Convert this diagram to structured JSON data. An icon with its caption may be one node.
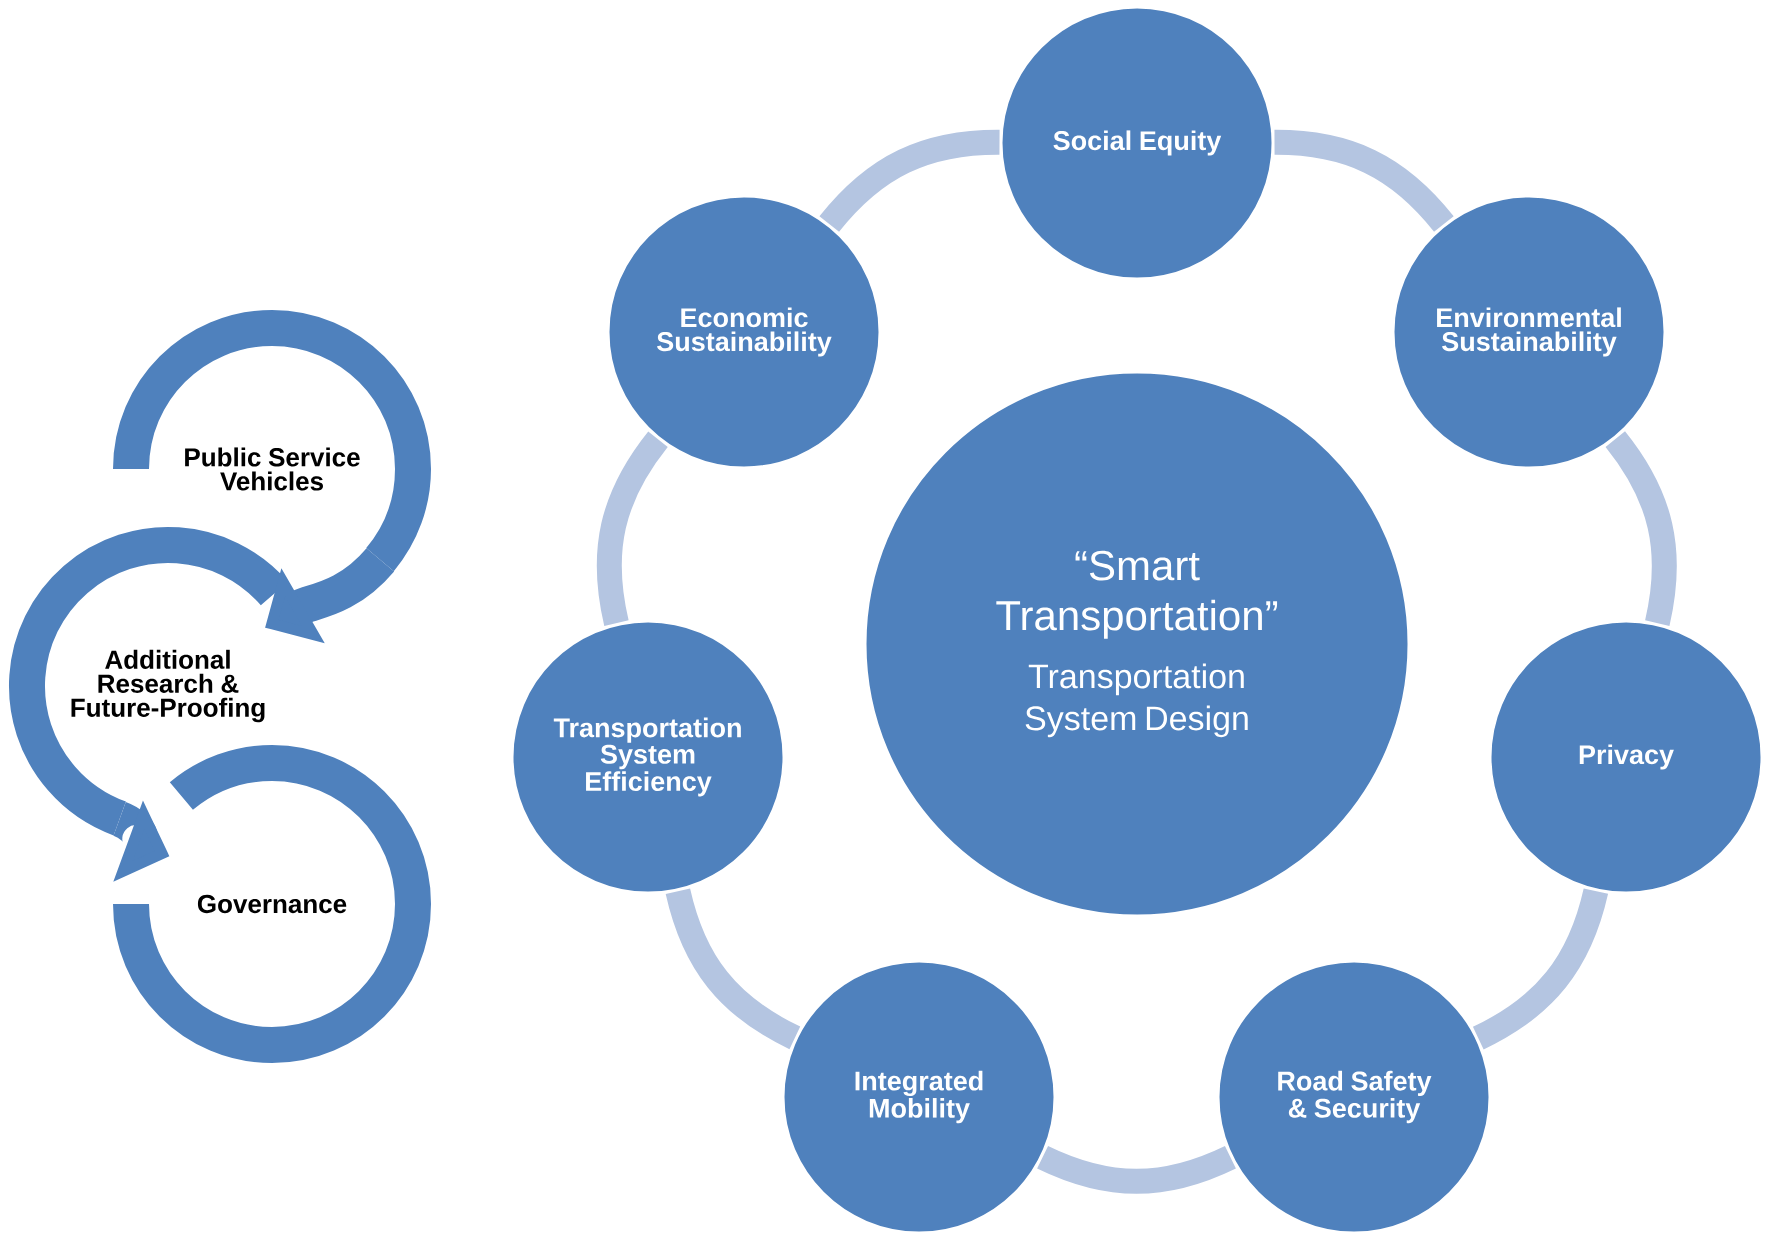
{
  "diagram": {
    "nodes": [
      {
        "text": [
          "Public Service Vehicles"
        ]
      },
      {
        "text": [
          "Additional Research & Future-Proofing"
        ]
      },
      {
        "text": [
          "Governance"
        ]
      },
      {
        "text": [
          "Social Equity"
        ]
      },
      {
        "text": [
          "Economic Sustainability"
        ]
      },
      {
        "text": [
          "Environmental Sustainability"
        ]
      },
      {
        "text": [
          "“Smart Transportation”",
          "Transportation System Design"
        ]
      },
      {
        "text": [
          "Transportation System Efficiency"
        ]
      },
      {
        "text": [
          "Privacy"
        ]
      },
      {
        "text": [
          "Integrated Mobility"
        ]
      },
      {
        "text": [
          "Road Safety & Security"
        ]
      }
    ],
    "edges": [
      {
        "from": 0,
        "to": 1,
        "arrow": "to",
        "color": "#4f81bd"
      },
      {
        "from": 1,
        "to": 2,
        "arrow": "to",
        "color": "#4f81bd"
      },
      {
        "from": 3,
        "to": 5,
        "arrow": "none"
      },
      {
        "from": 5,
        "to": 8,
        "arrow": "none"
      },
      {
        "from": 8,
        "to": 10,
        "arrow": "none"
      },
      {
        "from": 10,
        "to": 9,
        "arrow": "none"
      },
      {
        "from": 9,
        "to": 7,
        "arrow": "none"
      },
      {
        "from": 7,
        "to": 4,
        "arrow": "none"
      },
      {
        "from": 4,
        "to": 3,
        "arrow": "none"
      }
    ]
  }
}
